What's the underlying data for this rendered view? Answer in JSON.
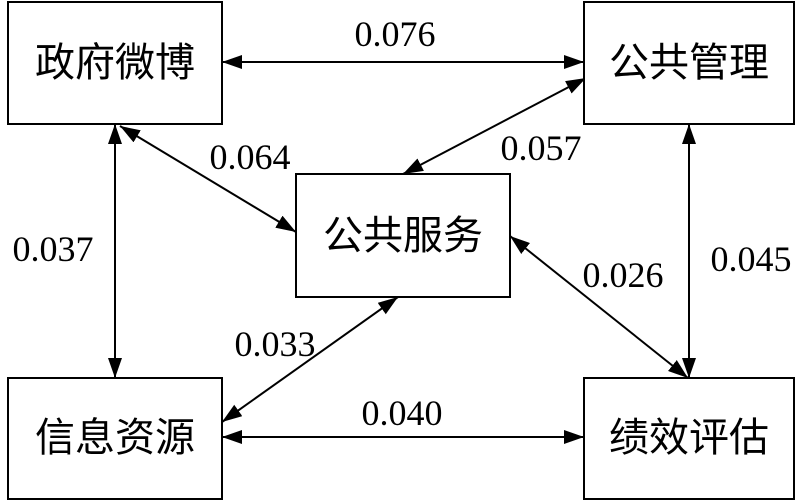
{
  "nodes": {
    "weibo": "政府微博",
    "management": "公共管理",
    "service": "公共服务",
    "information": "信息资源",
    "evaluation": "绩效评估"
  },
  "edges": {
    "weibo_management": "0.076",
    "weibo_service": "0.064",
    "management_service": "0.057",
    "weibo_information": "0.037",
    "management_evaluation": "0.045",
    "service_information": "0.033",
    "service_evaluation": "0.026",
    "information_evaluation": "0.040"
  },
  "colors": {
    "stroke": "#000000",
    "background": "#ffffff"
  }
}
